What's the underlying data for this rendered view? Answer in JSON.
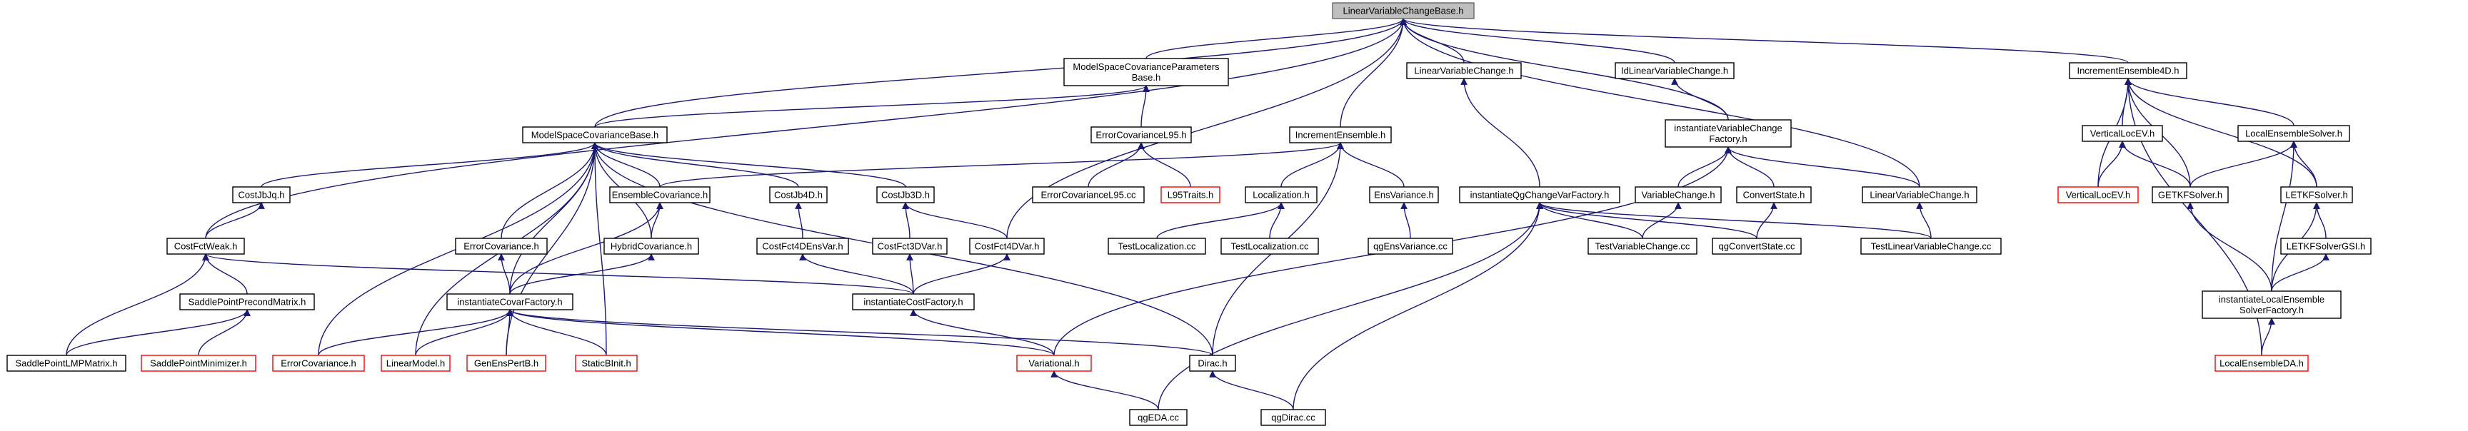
{
  "graph": {
    "edge_color": "#191970",
    "root_fill": "#bfbfbf",
    "red_border": "#ff0000",
    "nodes": [
      {
        "id": "root",
        "lines": [
          "LinearVariableChangeBase.h"
        ],
        "style": "root"
      },
      {
        "id": "mscpb",
        "lines": [
          "ModelSpaceCovarianceParameters",
          "Base.h"
        ],
        "style": "normal"
      },
      {
        "id": "lvch1",
        "lines": [
          "LinearVariableChange.h"
        ],
        "style": "normal"
      },
      {
        "id": "idlvc",
        "lines": [
          "IdLinearVariableChange.h"
        ],
        "style": "normal"
      },
      {
        "id": "ie4d",
        "lines": [
          "IncrementEnsemble4D.h"
        ],
        "style": "normal"
      },
      {
        "id": "mscb",
        "lines": [
          "ModelSpaceCovarianceBase.h"
        ],
        "style": "normal"
      },
      {
        "id": "ecl95h",
        "lines": [
          "ErrorCovarianceL95.h"
        ],
        "style": "normal"
      },
      {
        "id": "ie",
        "lines": [
          "IncrementEnsemble.h"
        ],
        "style": "normal"
      },
      {
        "id": "ivcf",
        "lines": [
          "instantiateVariableChange",
          "Factory.h"
        ],
        "style": "normal"
      },
      {
        "id": "vlev",
        "lines": [
          "VerticalLocEV.h"
        ],
        "style": "normal"
      },
      {
        "id": "les",
        "lines": [
          "LocalEnsembleSolver.h"
        ],
        "style": "normal"
      },
      {
        "id": "cjq",
        "lines": [
          "CostJbJq.h"
        ],
        "style": "normal"
      },
      {
        "id": "ec_cov",
        "lines": [
          "EnsembleCovariance.h"
        ],
        "style": "normal"
      },
      {
        "id": "cj4d",
        "lines": [
          "CostJb4D.h"
        ],
        "style": "normal"
      },
      {
        "id": "cj3d",
        "lines": [
          "CostJb3D.h"
        ],
        "style": "normal"
      },
      {
        "id": "ecl95cc",
        "lines": [
          "ErrorCovarianceL95.cc"
        ],
        "style": "normal"
      },
      {
        "id": "l95t",
        "lines": [
          "L95Traits.h"
        ],
        "style": "red"
      },
      {
        "id": "loc",
        "lines": [
          "Localization.h"
        ],
        "style": "normal"
      },
      {
        "id": "ensvar",
        "lines": [
          "EnsVariance.h"
        ],
        "style": "normal"
      },
      {
        "id": "iqgcv",
        "lines": [
          "instantiateQgChangeVarFactory.h"
        ],
        "style": "normal"
      },
      {
        "id": "varch",
        "lines": [
          "VariableChange.h"
        ],
        "style": "normal"
      },
      {
        "id": "convst",
        "lines": [
          "ConvertState.h"
        ],
        "style": "normal"
      },
      {
        "id": "lvch2",
        "lines": [
          "LinearVariableChange.h"
        ],
        "style": "normal"
      },
      {
        "id": "vlevr",
        "lines": [
          "VerticalLocEV.h"
        ],
        "style": "red"
      },
      {
        "id": "getkf",
        "lines": [
          "GETKFSolver.h"
        ],
        "style": "normal"
      },
      {
        "id": "letkf",
        "lines": [
          "LETKFSolver.h"
        ],
        "style": "normal"
      },
      {
        "id": "cfw",
        "lines": [
          "CostFctWeak.h"
        ],
        "style": "normal"
      },
      {
        "id": "errcov",
        "lines": [
          "ErrorCovariance.h"
        ],
        "style": "normal"
      },
      {
        "id": "hyb",
        "lines": [
          "HybridCovariance.h"
        ],
        "style": "normal"
      },
      {
        "id": "cf4dens",
        "lines": [
          "CostFct4DEnsVar.h"
        ],
        "style": "normal"
      },
      {
        "id": "cf3d",
        "lines": [
          "CostFct3DVar.h"
        ],
        "style": "normal"
      },
      {
        "id": "cf4dv",
        "lines": [
          "CostFct4DVar.h"
        ],
        "style": "normal"
      },
      {
        "id": "tloc1",
        "lines": [
          "TestLocalization.cc"
        ],
        "style": "normal"
      },
      {
        "id": "tloc2",
        "lines": [
          "TestLocalization.cc"
        ],
        "style": "normal"
      },
      {
        "id": "qgev",
        "lines": [
          "qgEnsVariance.cc"
        ],
        "style": "normal"
      },
      {
        "id": "tvc",
        "lines": [
          "TestVariableChange.cc"
        ],
        "style": "normal"
      },
      {
        "id": "qgcs",
        "lines": [
          "qgConvertState.cc"
        ],
        "style": "normal"
      },
      {
        "id": "tlvc",
        "lines": [
          "TestLinearVariableChange.cc"
        ],
        "style": "normal"
      },
      {
        "id": "letkfgsi",
        "lines": [
          "LETKFSolverGSI.h"
        ],
        "style": "normal"
      },
      {
        "id": "spm",
        "lines": [
          "SaddlePointPrecondMatrix.h"
        ],
        "style": "normal"
      },
      {
        "id": "icovf",
        "lines": [
          "instantiateCovarFactory.h"
        ],
        "style": "normal"
      },
      {
        "id": "icf",
        "lines": [
          "instantiateCostFactory.h"
        ],
        "style": "normal"
      },
      {
        "id": "ilesf",
        "lines": [
          "instantiateLocalEnsemble",
          "SolverFactory.h"
        ],
        "style": "normal"
      },
      {
        "id": "splmp",
        "lines": [
          "SaddlePointLMPMatrix.h"
        ],
        "style": "normal"
      },
      {
        "id": "spmin",
        "lines": [
          "SaddlePointMinimizer.h"
        ],
        "style": "red"
      },
      {
        "id": "errcovr",
        "lines": [
          "ErrorCovariance.h"
        ],
        "style": "red"
      },
      {
        "id": "linmod",
        "lines": [
          "LinearModel.h"
        ],
        "style": "red"
      },
      {
        "id": "genens",
        "lines": [
          "GenEnsPertB.h"
        ],
        "style": "red"
      },
      {
        "id": "staticb",
        "lines": [
          "StaticBInit.h"
        ],
        "style": "red"
      },
      {
        "id": "var",
        "lines": [
          "Variational.h"
        ],
        "style": "red"
      },
      {
        "id": "dirac",
        "lines": [
          "Dirac.h"
        ],
        "style": "normal"
      },
      {
        "id": "ledah",
        "lines": [
          "LocalEnsembleDA.h"
        ],
        "style": "red"
      },
      {
        "id": "qgeda",
        "lines": [
          "qgEDA.cc"
        ],
        "style": "normal"
      },
      {
        "id": "qgdirac",
        "lines": [
          "qgDirac.cc"
        ],
        "style": "normal"
      }
    ]
  }
}
